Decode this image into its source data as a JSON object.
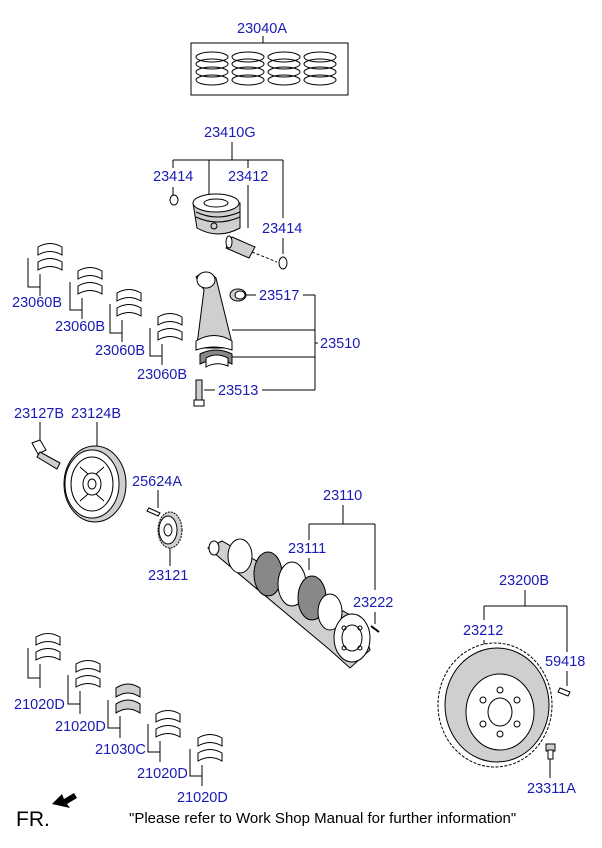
{
  "labels": {
    "ring_set": "23040A",
    "piston_kit": "23410G",
    "snap_ring_left": "23414",
    "piston_pin": "23412",
    "snap_ring_right": "23414",
    "bearing_a": "23060B",
    "bearing_b": "23060B",
    "bearing_c": "23060B",
    "bearing_d": "23060B",
    "bushing": "23517",
    "conrod_assy": "23510",
    "conrod_bolt": "23513",
    "pulley_bolt": "23127B",
    "pulley": "23124B",
    "key": "25624A",
    "sprocket": "23121",
    "crankshaft_assy": "23110",
    "crankshaft": "23111",
    "pin": "23222",
    "flywheel_assy": "23200B",
    "flywheel": "23212",
    "dowel": "59418",
    "flywheel_bolt": "23311A",
    "main_bearing_a": "21020D",
    "main_bearing_b": "21020D",
    "thrust_bearing": "21030C",
    "main_bearing_c": "21020D",
    "main_bearing_d": "21020D"
  },
  "footer": {
    "direction": "FR.",
    "note": "\"Please refer to Work Shop Manual for further information\""
  },
  "icons": {
    "direction_arrow": "arrow-down-left-icon"
  }
}
